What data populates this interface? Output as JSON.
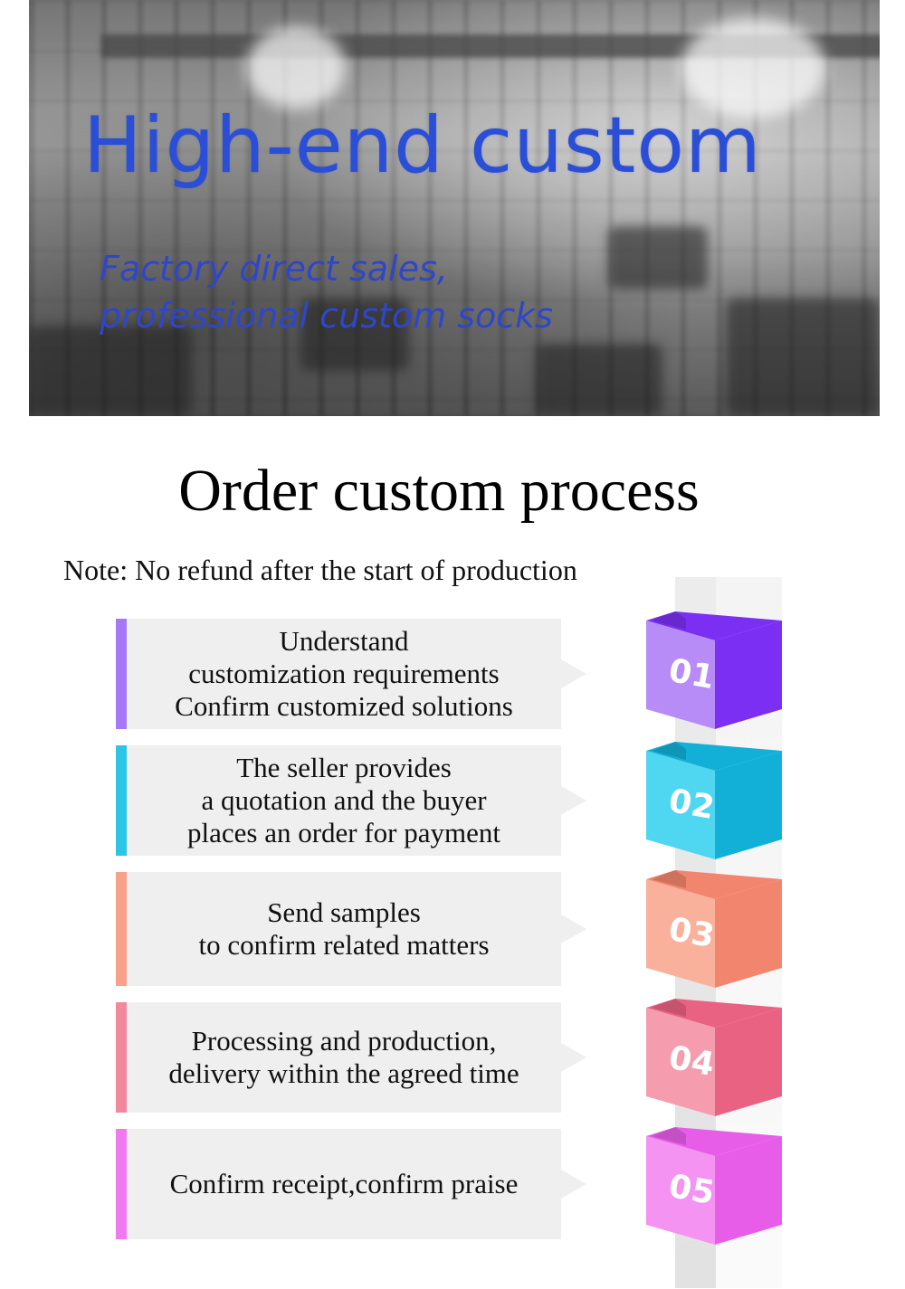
{
  "banner": {
    "title": "High-end custom",
    "subtitle_line1": "Factory direct sales,",
    "subtitle_line2": "professional custom socks",
    "text_color": "#2a4fd6"
  },
  "page_title": "Order custom process",
  "note": "Note: No refund after the start of production",
  "steps": [
    {
      "number": "01",
      "color": "#a678f5",
      "dark": "#7a2ff2",
      "light": "#b88cf7",
      "lines": [
        "Understand",
        "customization requirements",
        "Confirm customized solutions"
      ]
    },
    {
      "number": "02",
      "color": "#2cc5e6",
      "dark": "#12b0d6",
      "light": "#4fd6f0",
      "lines": [
        "The seller provides",
        "a quotation and the buyer",
        "places an order for payment"
      ]
    },
    {
      "number": "03",
      "color": "#f7a08a",
      "dark": "#f2856e",
      "light": "#f9b19c",
      "lines": [
        "Send samples",
        "to confirm related matters"
      ]
    },
    {
      "number": "04",
      "color": "#f2889c",
      "dark": "#ea6282",
      "light": "#f59cae",
      "lines": [
        "Processing and production,",
        "delivery within the agreed time"
      ]
    },
    {
      "number": "05",
      "color": "#f079f0",
      "dark": "#e85de8",
      "light": "#f493f2",
      "lines": [
        "Confirm receipt,confirm praise"
      ]
    }
  ]
}
